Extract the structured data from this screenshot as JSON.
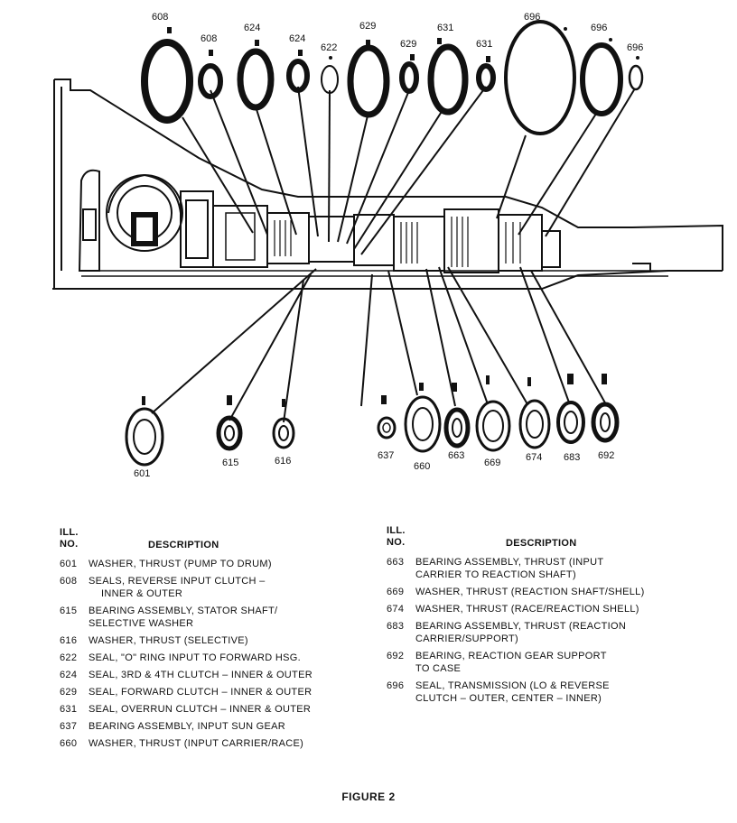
{
  "figure_caption": "FIGURE 2",
  "callouts": {
    "top": [
      {
        "id": "608",
        "label": "608"
      },
      {
        "id": "608b",
        "label": "608"
      },
      {
        "id": "624",
        "label": "624"
      },
      {
        "id": "624b",
        "label": "624"
      },
      {
        "id": "622",
        "label": "622"
      },
      {
        "id": "629",
        "label": "629"
      },
      {
        "id": "629b",
        "label": "629"
      },
      {
        "id": "631",
        "label": "631"
      },
      {
        "id": "631b",
        "label": "631"
      },
      {
        "id": "696",
        "label": "696"
      },
      {
        "id": "696b",
        "label": "696"
      },
      {
        "id": "696c",
        "label": "696"
      }
    ],
    "bottom": [
      {
        "id": "601",
        "label": "601"
      },
      {
        "id": "615",
        "label": "615"
      },
      {
        "id": "616",
        "label": "616"
      },
      {
        "id": "637",
        "label": "637"
      },
      {
        "id": "660",
        "label": "660"
      },
      {
        "id": "663",
        "label": "663"
      },
      {
        "id": "669",
        "label": "669"
      },
      {
        "id": "674",
        "label": "674"
      },
      {
        "id": "683",
        "label": "683"
      },
      {
        "id": "692",
        "label": "692"
      }
    ]
  },
  "legend": {
    "col_no_line1": "ILL.",
    "col_no_line2": "NO.",
    "col_desc": "DESCRIPTION",
    "left": [
      {
        "no": "601",
        "lines": [
          "WASHER, THRUST (PUMP TO DRUM)"
        ]
      },
      {
        "no": "608",
        "lines": [
          "SEALS, REVERSE INPUT CLUTCH –",
          "INNER & OUTER"
        ]
      },
      {
        "no": "615",
        "lines": [
          "BEARING ASSEMBLY, STATOR SHAFT/",
          "SELECTIVE WASHER"
        ]
      },
      {
        "no": "616",
        "lines": [
          "WASHER, THRUST (SELECTIVE)"
        ]
      },
      {
        "no": "622",
        "lines": [
          "SEAL, \"O\" RING INPUT TO FORWARD HSG."
        ]
      },
      {
        "no": "624",
        "lines": [
          "SEAL, 3RD & 4TH CLUTCH – INNER & OUTER"
        ]
      },
      {
        "no": "629",
        "lines": [
          "SEAL, FORWARD CLUTCH – INNER & OUTER"
        ]
      },
      {
        "no": "631",
        "lines": [
          "SEAL, OVERRUN CLUTCH – INNER & OUTER"
        ]
      },
      {
        "no": "637",
        "lines": [
          "BEARING ASSEMBLY, INPUT SUN GEAR"
        ]
      },
      {
        "no": "660",
        "lines": [
          "WASHER, THRUST (INPUT CARRIER/RACE)"
        ]
      }
    ],
    "right": [
      {
        "no": "663",
        "lines": [
          "BEARING ASSEMBLY, THRUST (INPUT",
          "CARRIER TO REACTION SHAFT)"
        ]
      },
      {
        "no": "669",
        "lines": [
          "WASHER, THRUST (REACTION SHAFT/SHELL)"
        ]
      },
      {
        "no": "674",
        "lines": [
          "WASHER, THRUST (RACE/REACTION SHELL)"
        ]
      },
      {
        "no": "683",
        "lines": [
          "BEARING ASSEMBLY, THRUST (REACTION",
          "CARRIER/SUPPORT)"
        ]
      },
      {
        "no": "692",
        "lines": [
          "BEARING, REACTION GEAR SUPPORT",
          "TO CASE"
        ]
      },
      {
        "no": "696",
        "lines": [
          "SEAL, TRANSMISSION (LO & REVERSE",
          "CLUTCH – OUTER, CENTER – INNER)"
        ]
      }
    ]
  }
}
